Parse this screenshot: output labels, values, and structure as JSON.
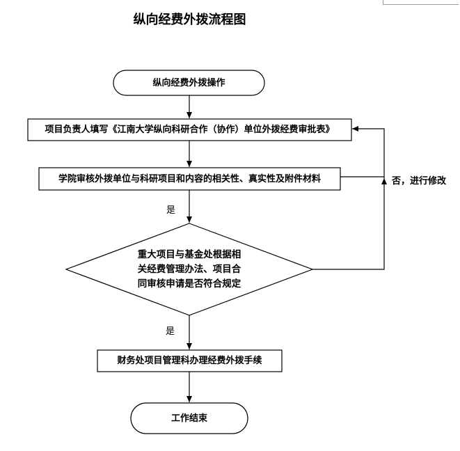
{
  "title": "纵向经费外拨流程图",
  "nodes": {
    "start": "纵向经费外拨操作",
    "fill_form": "项目负责人填写《江南大学纵向科研合作（协作）单位外拨经费审批表》",
    "college_review": "学院审核外拨单位与科研项目和内容的相关性、真实性及附件材料",
    "decision": "重大项目与基金处根据相关经费管理办法、项目合同审核申请是否符合规定",
    "finance": "财务处项目管理科办理经费外拨手续",
    "end": "工作结束"
  },
  "edge_labels": {
    "yes_1": "是",
    "yes_2": "是",
    "no_revise": "否，进行修改"
  },
  "colors": {
    "line": "#000000",
    "background": "#ffffff"
  }
}
